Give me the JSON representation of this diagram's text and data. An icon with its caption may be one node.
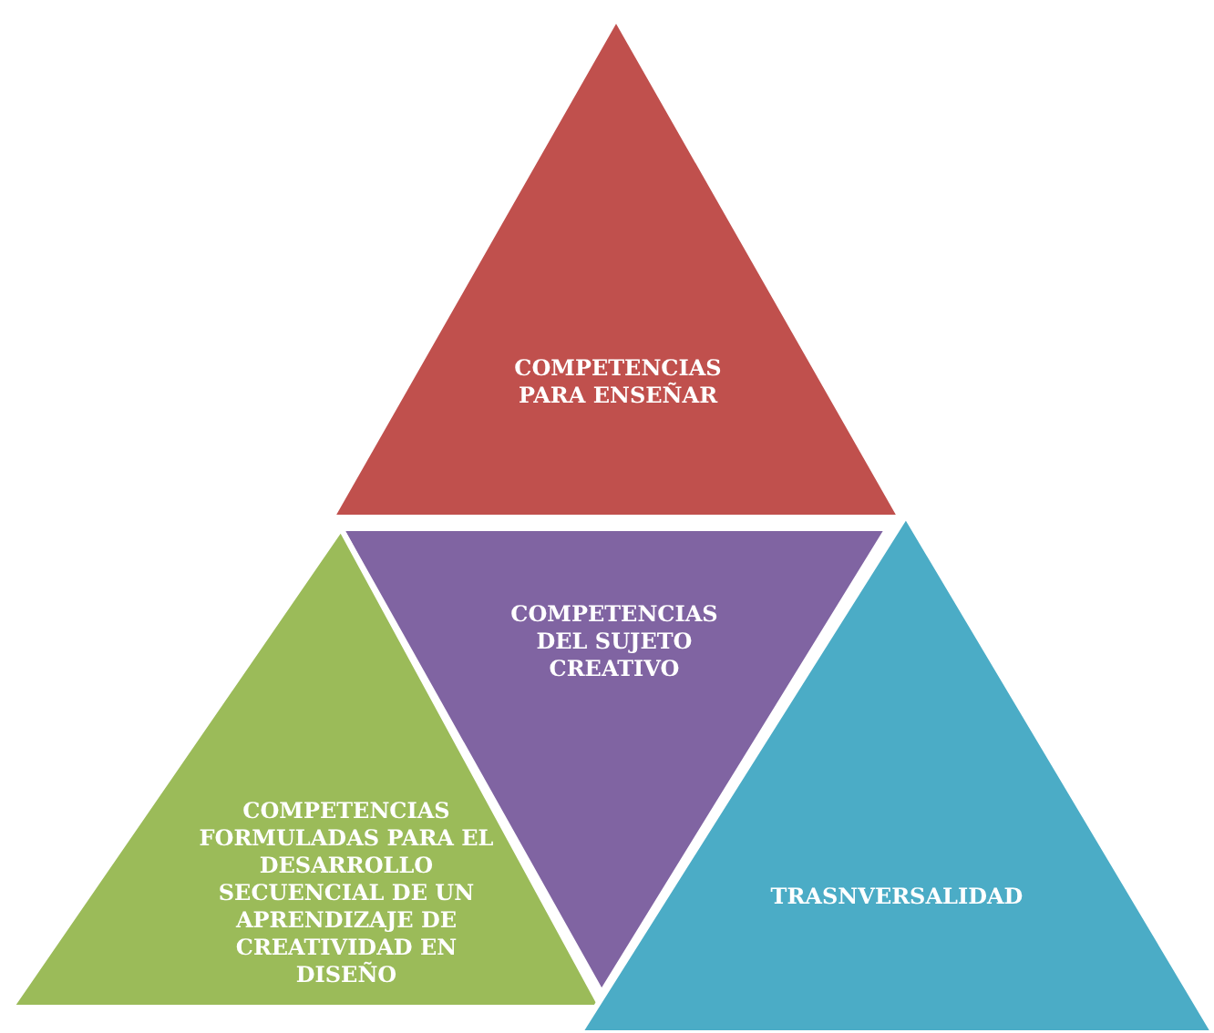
{
  "diagram": {
    "nodes": [
      {
        "text": [
          "COMPETENCIAS PARA ENSEÑAR"
        ]
      },
      {
        "text": [
          "COMPETENCIAS DEL SUJETO CREATIVO"
        ]
      },
      {
        "text": [
          "COMPETENCIAS FORMULADAS PARA EL DESARROLLO SECUENCIAL DE UN APRENDIZAJE DE CREATIVIDAD EN DISEÑO"
        ]
      },
      {
        "text": [
          "TRASNVERSALIDAD"
        ]
      }
    ]
  }
}
